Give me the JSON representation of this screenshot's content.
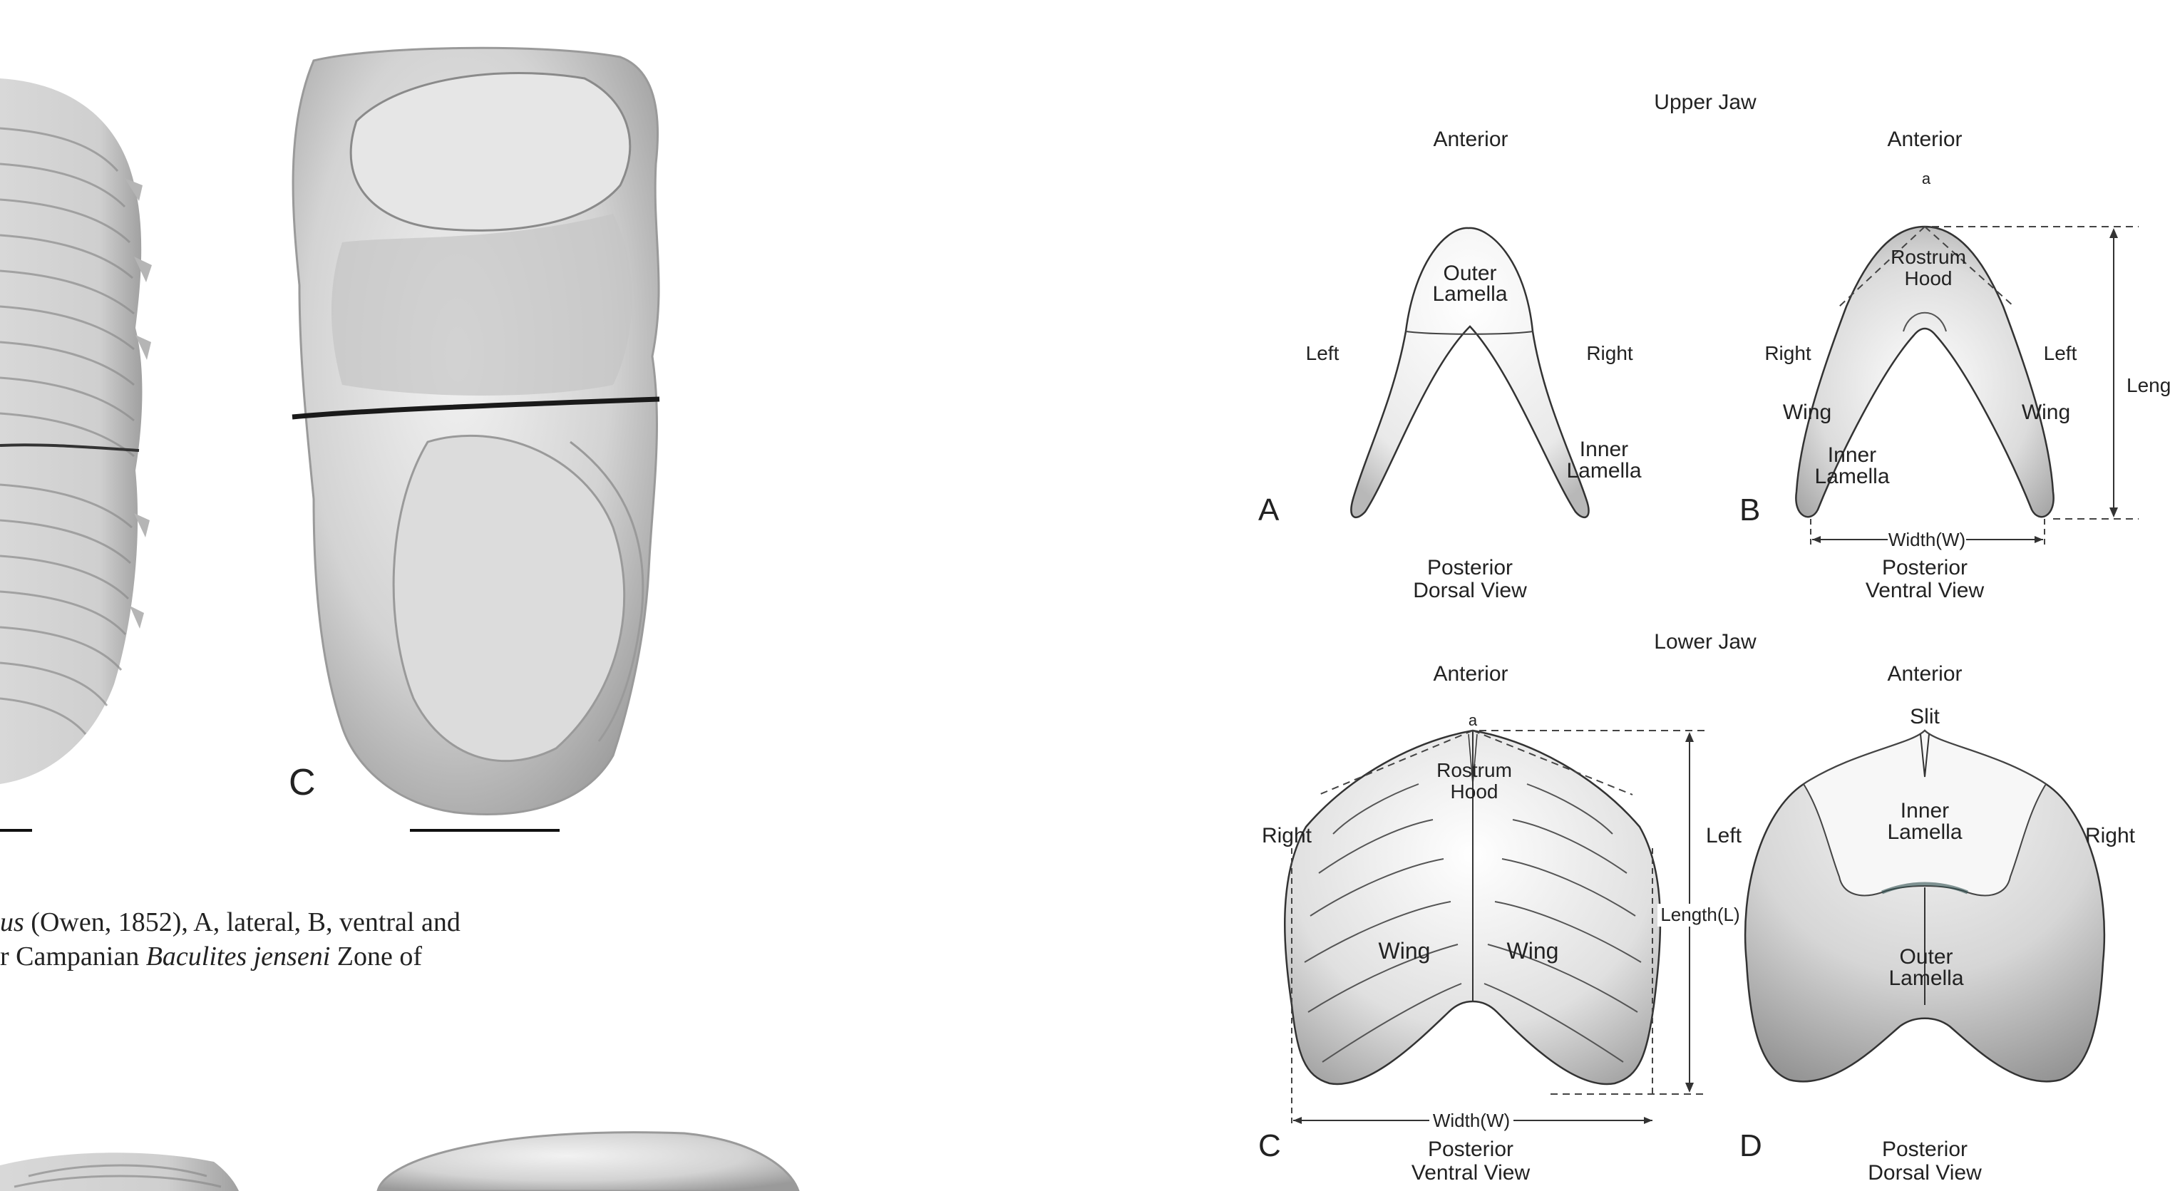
{
  "left_plate": {
    "panel_letter": "C",
    "caption_line1_italic": "us",
    "caption_line1_rest": " (Owen, 1852), A, lateral, B, ventral and",
    "caption_line2_a": "r Campanian ",
    "caption_line2_italic": "Baculites jenseni",
    "caption_line2_b": " Zone of"
  },
  "upper_jaw": {
    "title": "Upper Jaw",
    "A": {
      "letter": "A",
      "anterior": "Anterior",
      "left": "Left",
      "right": "Right",
      "outer_lamella_1": "Outer",
      "outer_lamella_2": "Lamella",
      "inner_lamella_1": "Inner",
      "inner_lamella_2": "Lamella",
      "posterior": "Posterior",
      "view": "Dorsal View"
    },
    "B": {
      "letter": "B",
      "anterior": "Anterior",
      "apex": "a",
      "rostrum_1": "Rostrum",
      "rostrum_2": "Hood",
      "right": "Right",
      "left": "Left",
      "wing_left": "Wing",
      "wing_right": "Wing",
      "inner_lamella_1": "Inner",
      "inner_lamella_2": "Lamella",
      "length": "Length(L)",
      "width": "Width(W)",
      "posterior": "Posterior",
      "view": "Ventral View"
    }
  },
  "lower_jaw": {
    "title": "Lower Jaw",
    "C": {
      "letter": "C",
      "anterior": "Anterior",
      "apex": "a",
      "rostrum_1": "Rostrum",
      "rostrum_2": "Hood",
      "right": "Right",
      "left": "Left",
      "wing_left": "Wing",
      "wing_right": "Wing",
      "length": "Length(L)",
      "width": "Width(W)",
      "posterior": "Posterior",
      "view": "Ventral View"
    },
    "D": {
      "letter": "D",
      "anterior": "Anterior",
      "slit": "Slit",
      "inner_lamella_1": "Inner",
      "inner_lamella_2": "Lamella",
      "outer_lamella_1": "Outer",
      "outer_lamella_2": "Lamella",
      "right": "Right",
      "posterior": "Posterior",
      "view": "Dorsal View"
    }
  },
  "colors": {
    "fossil_gray": "#c9c9c9",
    "line": "#333333",
    "jaw_shade": "#a9a9a9"
  }
}
